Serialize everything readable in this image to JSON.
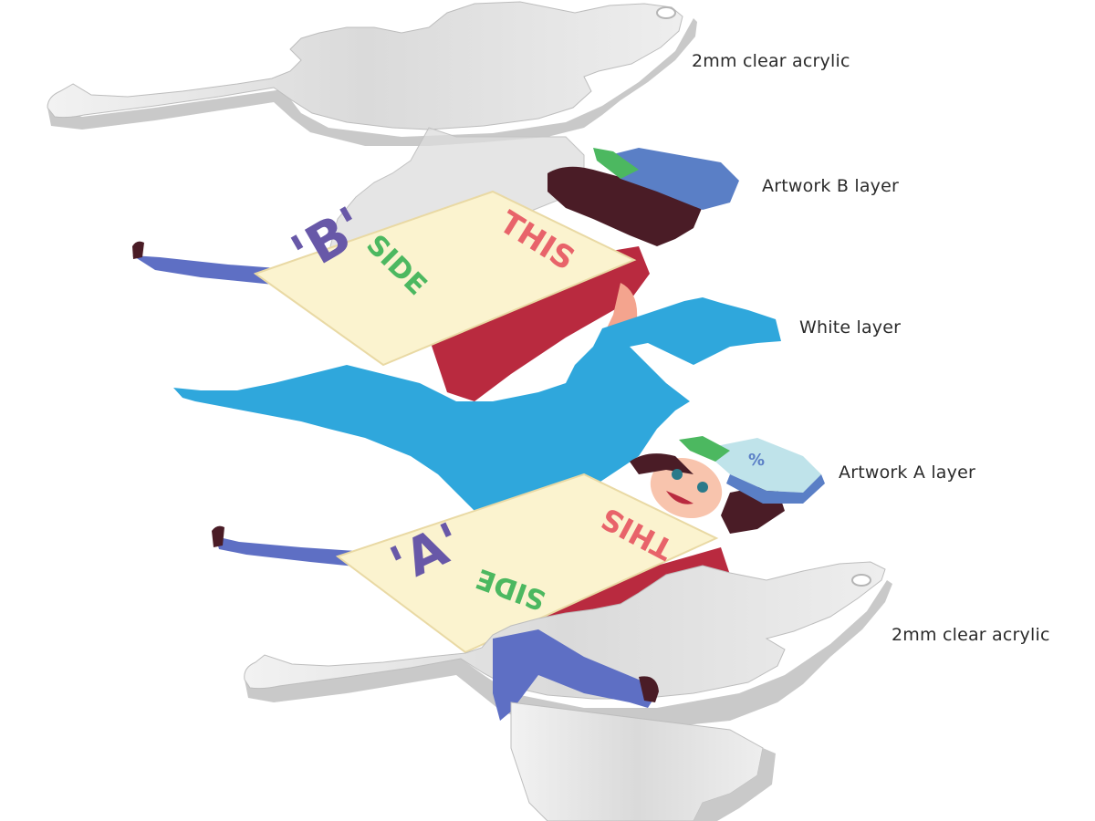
{
  "layers": [
    {
      "label": "2mm clear acrylic"
    },
    {
      "label": "Artwork B layer"
    },
    {
      "label": "White layer"
    },
    {
      "label": "Artwork A layer"
    },
    {
      "label": "2mm clear acrylic"
    }
  ],
  "artwork_b": {
    "sign_line_1": "THIS",
    "sign_line_2": "SIDE",
    "sign_line_3": "'B'"
  },
  "artwork_a": {
    "sign_line_1": "THIS",
    "sign_line_2": "SIDE",
    "sign_line_3": "'A'",
    "cap_symbol": "%"
  },
  "colors": {
    "acrylic": "#e6e6e6",
    "acrylic_edge": "#c4c4c4",
    "white_layer": "#2fa7dc",
    "sign_board": "#fbf3cf",
    "sign_body": "#b92a3f",
    "cap": "#5a7fc6",
    "pants": "#5e6fc4",
    "hair": "#4a1c26",
    "skin": "#f4a48e",
    "text_purple": "#6858a8",
    "text_green": "#4cb860",
    "text_red": "#e8636a"
  }
}
